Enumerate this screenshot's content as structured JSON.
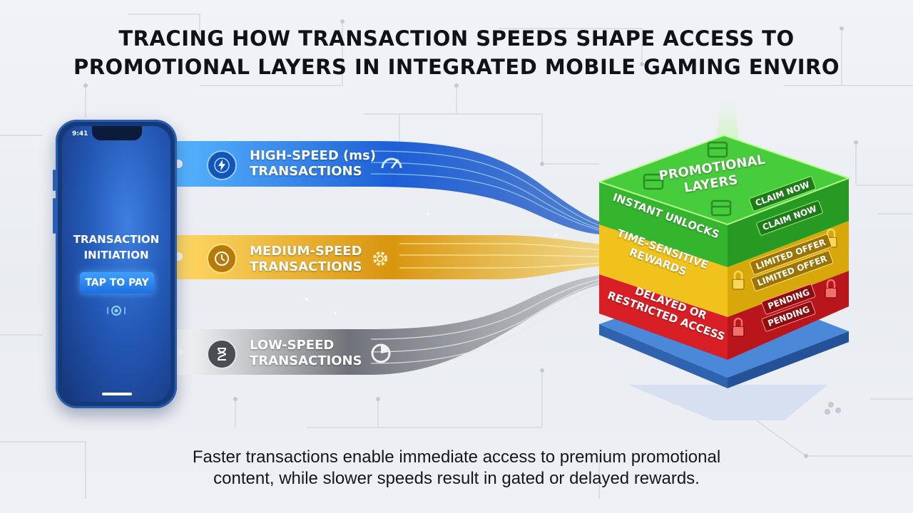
{
  "title": {
    "line1": "TRACING HOW TRANSACTION SPEEDS SHAPE ACCESS TO",
    "line2": "PROMOTIONAL LAYERS IN INTEGRATED MOBILE GAMING ENVIRO"
  },
  "phone": {
    "status": "9:41",
    "title_line1": "TRANSACTION",
    "title_line2": "INITIATION",
    "button": "TAP TO PAY"
  },
  "flows": [
    {
      "line1": "HIGH-SPEED (ms)",
      "line2": "TRANSACTIONS",
      "icon": "lightning-icon",
      "gauge": "speedometer-icon",
      "color": "#1e64d8"
    },
    {
      "line1": "MEDIUM-SPEED",
      "line2": "TRANSACTIONS",
      "icon": "clock-icon",
      "gauge": "gear-icon",
      "color": "#d99a12"
    },
    {
      "line1": "LOW-SPEED",
      "line2": "TRANSACTIONS",
      "icon": "hourglass-icon",
      "gauge": "timer-icon",
      "color": "#7a7d83"
    }
  ],
  "layers": {
    "top_title_line1": "PROMOTIONAL",
    "top_title_line2": "LAYERS",
    "green": {
      "label": "INSTANT UNLOCKS",
      "tags": [
        "CLAIM NOW",
        "CLAIM NOW"
      ],
      "color": "#2fb52f"
    },
    "yellow": {
      "label_line1": "TIME-SENSITIVE",
      "label_line2": "REWARDS",
      "tags": [
        "LIMITED OFFER",
        "LIMITED OFFER"
      ],
      "color": "#f0c21b"
    },
    "red": {
      "label_line1": "DELAYED OR",
      "label_line2": "RESTRICTED ACCESS",
      "tags": [
        "PENDING",
        "PENDING"
      ],
      "color": "#e2262b"
    }
  },
  "caption": {
    "line1": "Faster transactions enable immediate access to premium promotional",
    "line2": "content, while slower speeds result in gated or delayed rewards."
  }
}
